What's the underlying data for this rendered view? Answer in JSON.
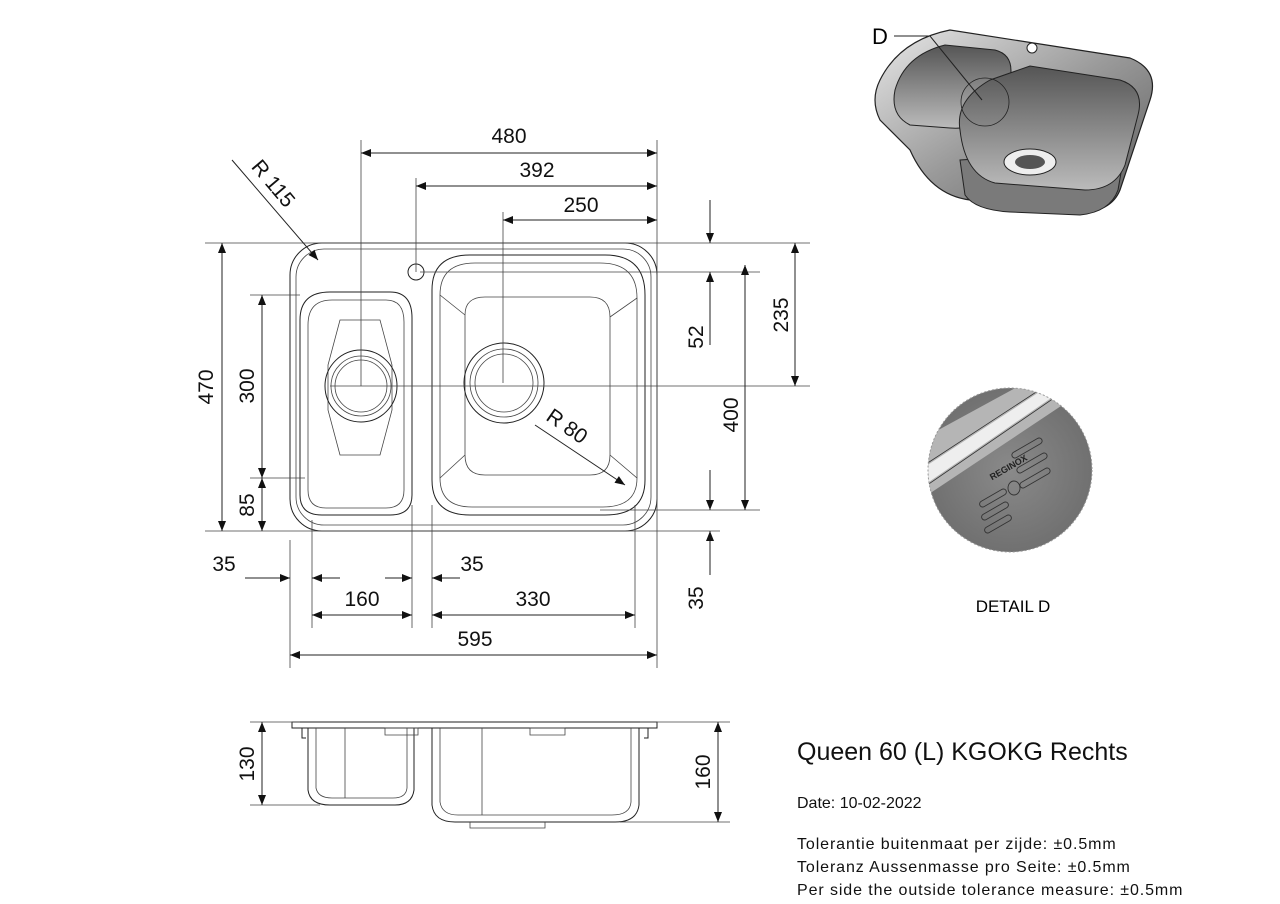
{
  "drawing": {
    "dimensions": {
      "d480": "480",
      "d392": "392",
      "d250": "250",
      "r115": "R 115",
      "d470": "470",
      "d300": "300",
      "d85": "85",
      "d52": "52",
      "d235": "235",
      "d400": "400",
      "d35_right": "35",
      "r80": "R 80",
      "d35_left": "35",
      "d35_mid": "35",
      "d160": "160",
      "d330": "330",
      "d595": "595",
      "h130": "130",
      "h160": "160"
    },
    "callout_label": "D",
    "detail_label": "DETAIL D",
    "detail_logo": "REGINOX"
  },
  "info": {
    "title": "Queen 60 (L) KGOKG Rechts",
    "date": "Date: 10-02-2022",
    "tolerances": [
      "Tolerantie buitenmaat per zijde: ±0.5mm",
      "Toleranz Aussenmasse pro Seite: ±0.5mm",
      "Per side the outside tolerance measure: ±0.5mm"
    ]
  }
}
